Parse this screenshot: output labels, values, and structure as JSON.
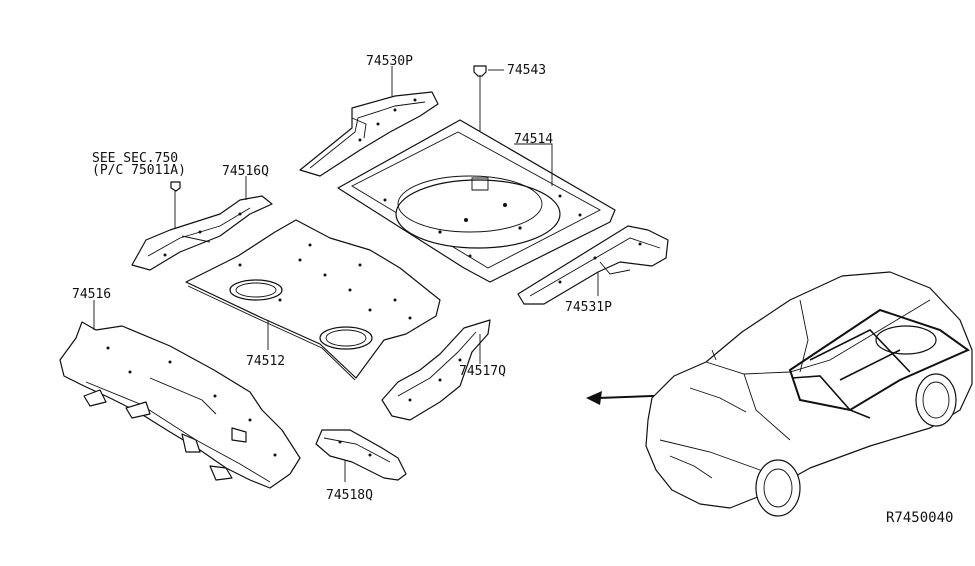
{
  "callouts": {
    "p74530P": "74530P",
    "p74543": "74543",
    "p74514": "74514",
    "see_sec_line1": "SEE SEC.750",
    "see_sec_line2": "(P/C 75011A)",
    "p74516Q": "74516Q",
    "p74516": "74516",
    "p74512": "74512",
    "p74531P": "74531P",
    "p74517Q": "74517Q",
    "p74518Q": "74518Q"
  },
  "diagram_ref": "R7450040",
  "colors": {
    "line": "#111111",
    "background": "#ffffff"
  }
}
